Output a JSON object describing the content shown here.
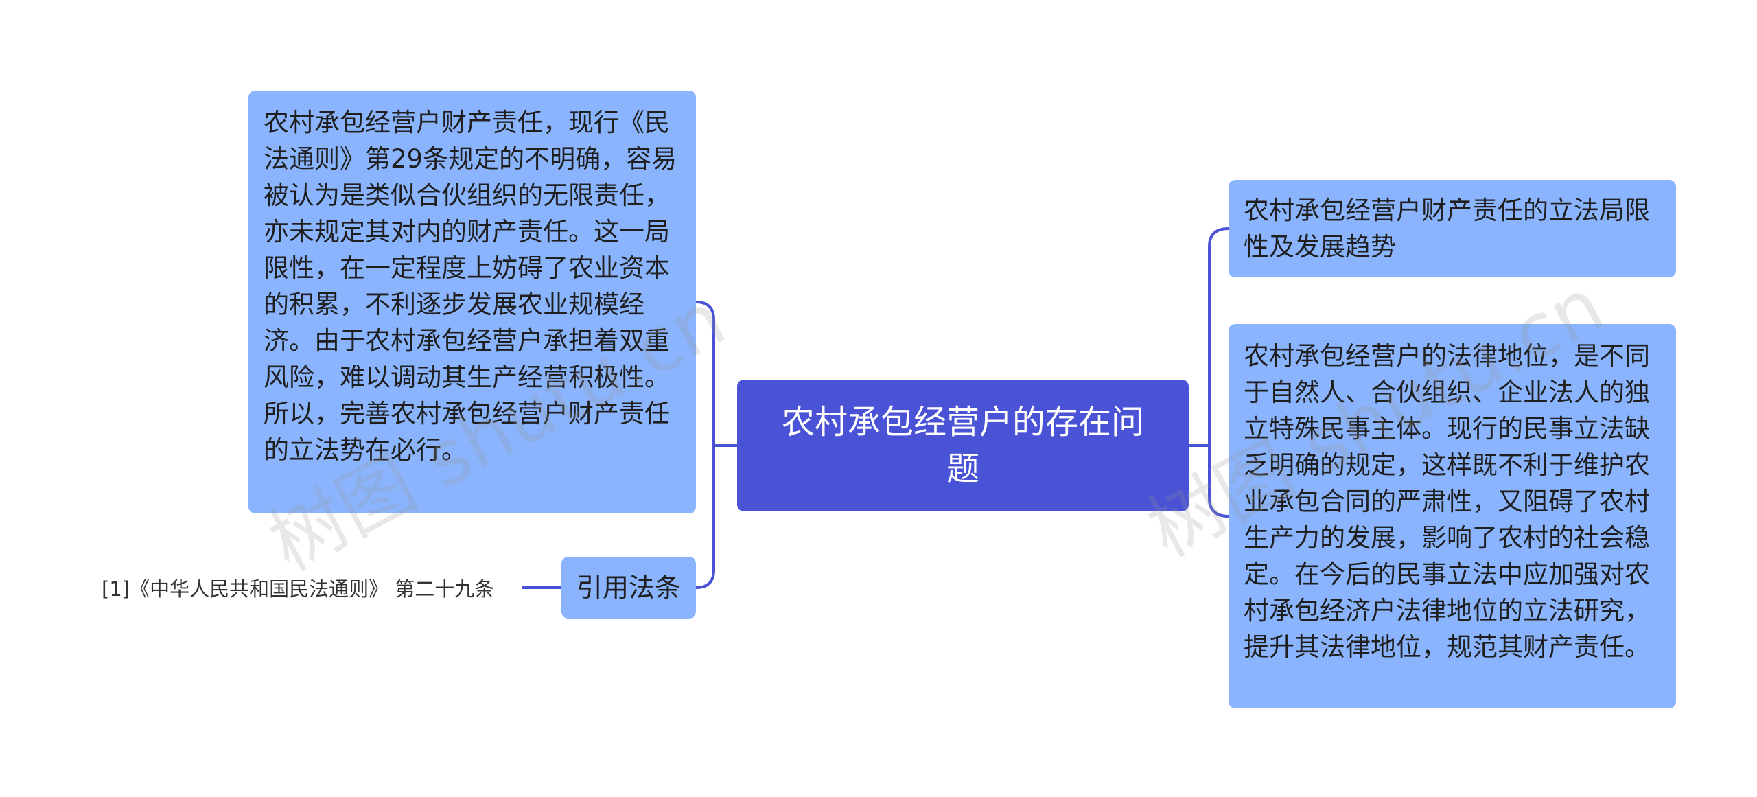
{
  "mindmap": {
    "central": {
      "text": "农村承包经营户的存在问题"
    },
    "left": {
      "main_text": "农村承包经营户财产责任，现行《民法通则》第29条规定的不明确，容易被认为是类似合伙组织的无限责任，亦未规定其对内的财产责任。这一局限性，在一定程度上妨碍了农业资本的积累，不利逐步发展农业规模经济。由于农村承包经营户承担着双重风险，难以调动其生产经营积极性。所以，完善农村承包经营户财产责任的立法势在必行。",
      "citation_label": "引用法条",
      "citation_text": "[1]《中华人民共和国民法通则》 第二十九条"
    },
    "right": {
      "top_text": "农村承包经营户财产责任的立法局限性及发展趋势",
      "bottom_text": "农村承包经营户的法律地位，是不同于自然人、合伙组织、企业法人的独立特殊民事主体。现行的民事立法缺乏明确的规定，这样既不利于维护农业承包合同的严肃性，又阻碍了农村生产力的发展，影响了农村的社会稳定。在今后的民事立法中应加强对农村承包经济户法律地位的立法研究，提升其法律地位，规范其财产责任。"
    }
  },
  "watermark": {
    "left": "树图 shutu.cn",
    "right": "树图 shutu.cn"
  },
  "colors": {
    "central_fill": "#4a52d6",
    "node_fill": "#8ab4fd",
    "connector": "#4a52d6",
    "background": "#ffffff"
  }
}
